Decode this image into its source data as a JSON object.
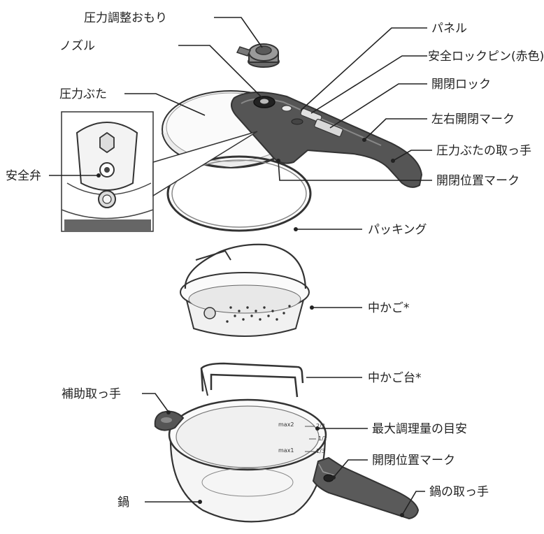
{
  "labels": {
    "weight": "圧力調整おもり",
    "nozzle": "ノズル",
    "lid": "圧力ぶた",
    "safety_valve": "安全弁",
    "panel": "パネル",
    "lock_pin": "安全ロックピン(赤色)",
    "open_close_lock": "開閉ロック",
    "lr_mark": "左右開閉マーク",
    "lid_handle": "圧力ぶたの取っ手",
    "open_pos_mark_lid": "開閉位置マーク",
    "packing": "パッキング",
    "basket": "中かご*",
    "basket_stand": "中かご台*",
    "aux_handle": "補助取っ手",
    "max_mark": "最大調理量の目安",
    "open_pos_mark_pot": "開閉位置マーク",
    "pot": "鍋",
    "pot_handle": "鍋の取っ手"
  },
  "pot_marks": {
    "max2": "max2",
    "two_thirds": "2/3",
    "half": "1/2",
    "max1": "max1",
    "one_third": "1/3"
  }
}
